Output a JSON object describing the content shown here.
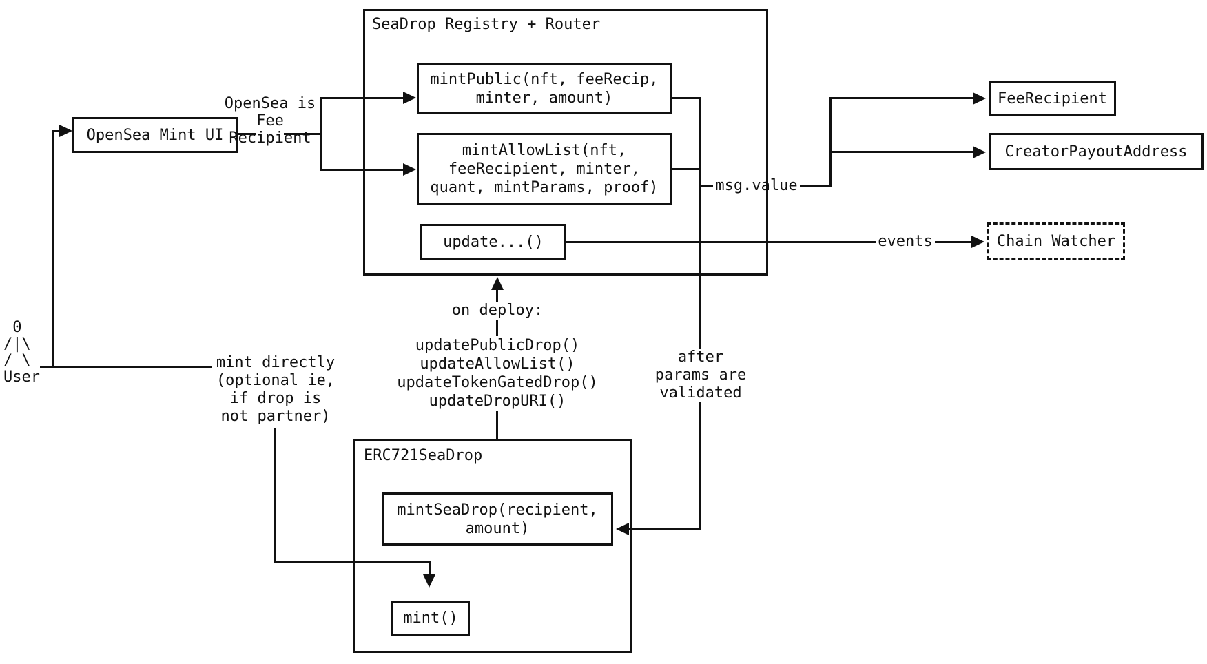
{
  "canvas": {
    "background_color": "#ffffff",
    "line_color": "#111111"
  },
  "nodes": {
    "registry": {
      "title": "SeaDrop Registry + Router"
    },
    "mint_public": {
      "label": "mintPublic(nft, feeRecip,\nminter, amount)"
    },
    "mint_allow_list": {
      "label": "mintAllowList(nft,\nfeeRecipient, minter,\nquant, mintParams, proof)"
    },
    "update": {
      "label": "update...()"
    },
    "opensea_mint_ui": {
      "label": "OpenSea Mint UI"
    },
    "fee_recipient": {
      "label": "FeeRecipient"
    },
    "creator_payout_address": {
      "label": "CreatorPayoutAddress"
    },
    "chain_watcher": {
      "label": "Chain Watcher"
    },
    "erc721_seadrop": {
      "title": "ERC721SeaDrop"
    },
    "mint_seadrop": {
      "label": "mintSeaDrop(recipient,\namount)"
    },
    "mint_fn": {
      "label": "mint()"
    }
  },
  "annotations": {
    "user_figure": " 0\n/|\\\n/ \\\nUser",
    "opensea_fee_recipient": "OpenSea is\nFee\nRecipient",
    "mint_directly": "mint directly\n(optional ie,\nif drop is\nnot partner)",
    "on_deploy": "on deploy:",
    "deploy_functions": "updatePublicDrop()\nupdateAllowList()\nupdateTokenGatedDrop()\nupdateDropURI()",
    "after_params": "after\nparams are\nvalidated",
    "msg_value": "msg.value",
    "events": "events"
  }
}
